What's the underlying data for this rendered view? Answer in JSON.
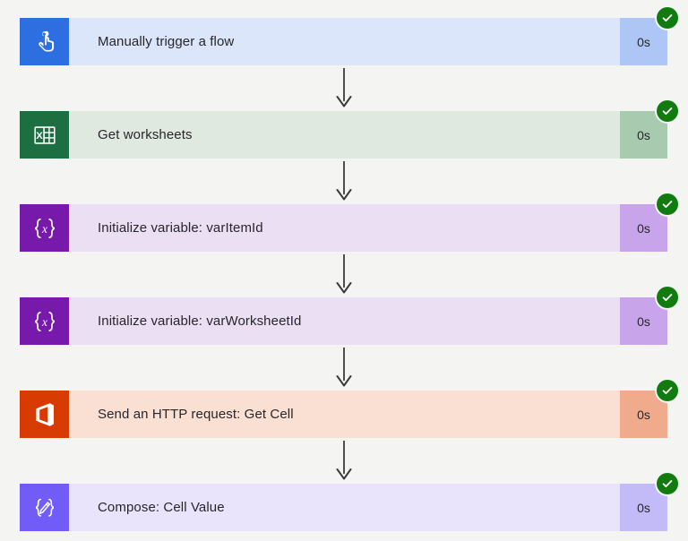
{
  "view": {
    "name": "flow-run-overview",
    "background_color": "#f4f4f3",
    "arrow_color": "#3b3a39",
    "status_color": "#107c10",
    "text_color": "#28262b"
  },
  "steps": [
    {
      "title": "Manually trigger a flow",
      "duration": "0s",
      "status": "succeeded",
      "icon": "tap-hand-icon",
      "icon_color": "#2d6fe0",
      "card_color": "#dbe6fa",
      "duration_color": "#adc6f5"
    },
    {
      "title": "Get worksheets",
      "duration": "0s",
      "status": "succeeded",
      "icon": "excel-icon",
      "icon_color": "#1d6f42",
      "card_color": "#dfe9e0",
      "duration_color": "#a8cbb0"
    },
    {
      "title": "Initialize variable: varItemId",
      "duration": "0s",
      "status": "succeeded",
      "icon": "variable-braces-x-icon",
      "icon_color": "#7719aa",
      "card_color": "#eadff3",
      "duration_color": "#c8a4ea"
    },
    {
      "title": "Initialize variable: varWorksheetId",
      "duration": "0s",
      "status": "succeeded",
      "icon": "variable-braces-x-icon",
      "icon_color": "#7719aa",
      "card_color": "#eadff3",
      "duration_color": "#c8a4ea"
    },
    {
      "title": "Send an HTTP request: Get Cell",
      "duration": "0s",
      "status": "succeeded",
      "icon": "office-365-icon",
      "icon_color": "#d83b01",
      "card_color": "#fadfd3",
      "duration_color": "#f0ab8c"
    },
    {
      "title": "Compose: Cell Value",
      "duration": "0s",
      "status": "succeeded",
      "icon": "compose-pencil-braces-icon",
      "icon_color": "#715cf7",
      "card_color": "#e9e4fb",
      "duration_color": "#c3bbf7"
    }
  ],
  "connectors": [
    {
      "name": "arrow-down-1"
    },
    {
      "name": "arrow-down-2"
    },
    {
      "name": "arrow-down-3"
    },
    {
      "name": "arrow-down-4"
    },
    {
      "name": "arrow-down-5"
    }
  ]
}
